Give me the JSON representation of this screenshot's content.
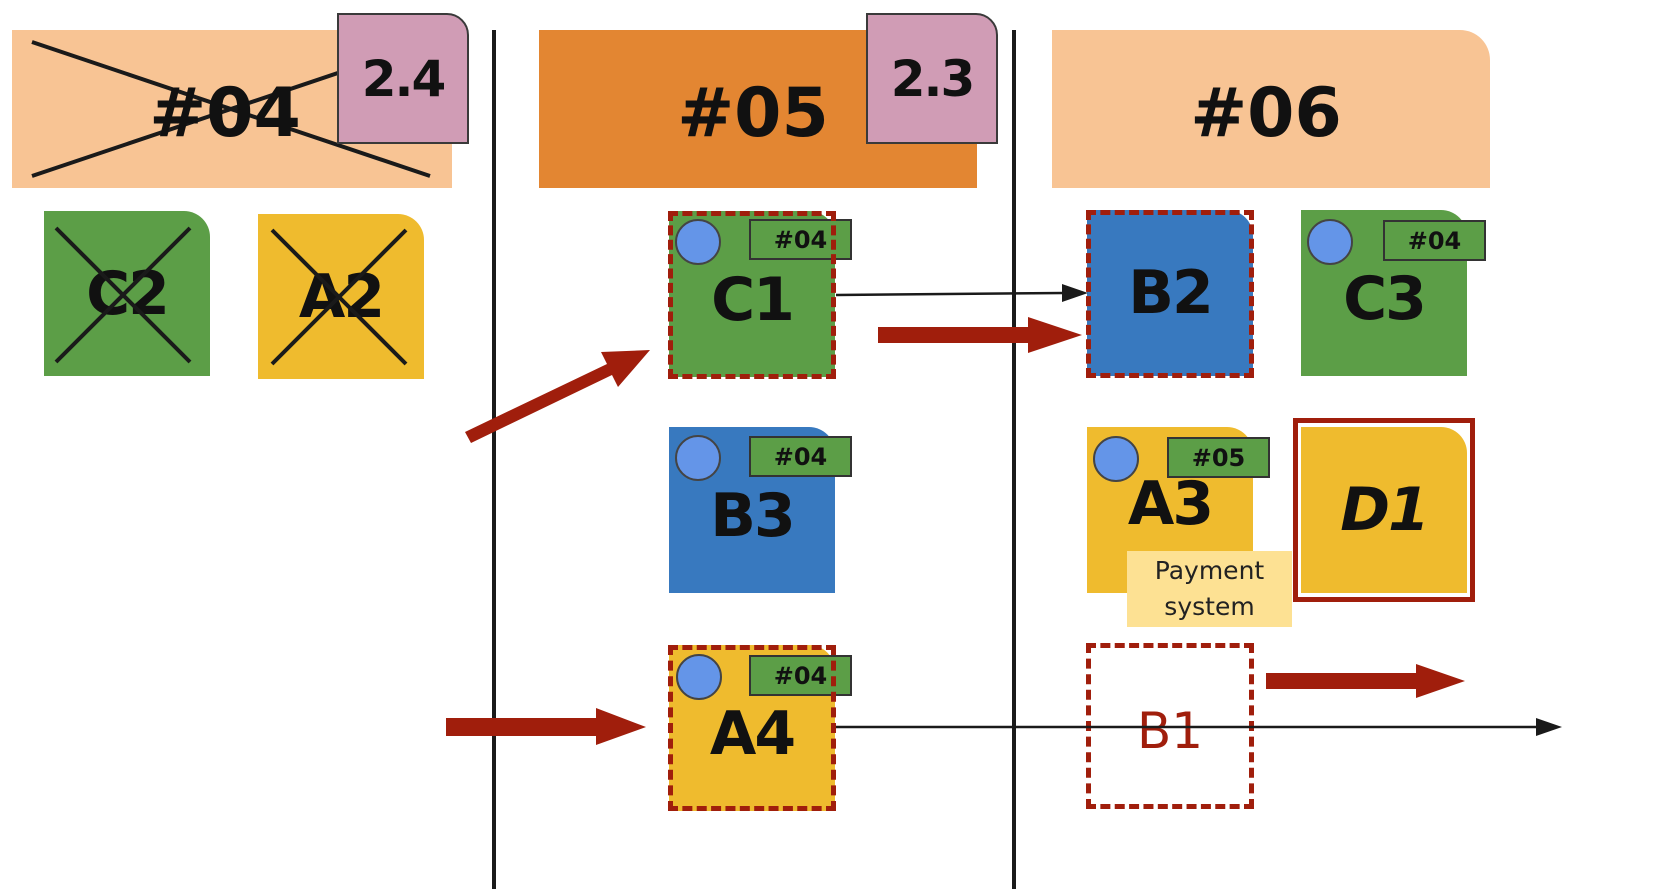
{
  "sprints": [
    {
      "label": "#04",
      "tag": "2.4",
      "color": "#f8c494",
      "cancelled": true
    },
    {
      "label": "#05",
      "tag": "2.3",
      "color": "#e38632"
    },
    {
      "label": "#06",
      "color": "#f8c494"
    }
  ],
  "cards": {
    "c2": {
      "label": "C2",
      "color": "green",
      "cancelled": true
    },
    "a2": {
      "label": "A2",
      "color": "yellow",
      "cancelled": true
    },
    "c1": {
      "label": "C1",
      "tag": "#04",
      "color": "green"
    },
    "b3": {
      "label": "B3",
      "tag": "#04",
      "color": "blue"
    },
    "a4": {
      "label": "A4",
      "tag": "#04",
      "color": "yellow"
    },
    "b2": {
      "label": "B2",
      "color": "blue"
    },
    "c3": {
      "label": "C3",
      "tag": "#04",
      "color": "green"
    },
    "a3": {
      "label": "A3",
      "tag": "#05",
      "color": "yellow",
      "note": [
        "Payment",
        "system"
      ]
    },
    "d1": {
      "label": "D1",
      "color": "yellow"
    },
    "b1": {
      "label": "B1",
      "placeholder": true
    }
  },
  "colors": {
    "green": "#5c9e47",
    "yellow": "#efbb2e",
    "blue": "#3879bf",
    "owner_dot": "#6495e8",
    "arrow_red": "#a01e0c",
    "sprint_tag": "#d09cb5",
    "note": "#fde193"
  }
}
